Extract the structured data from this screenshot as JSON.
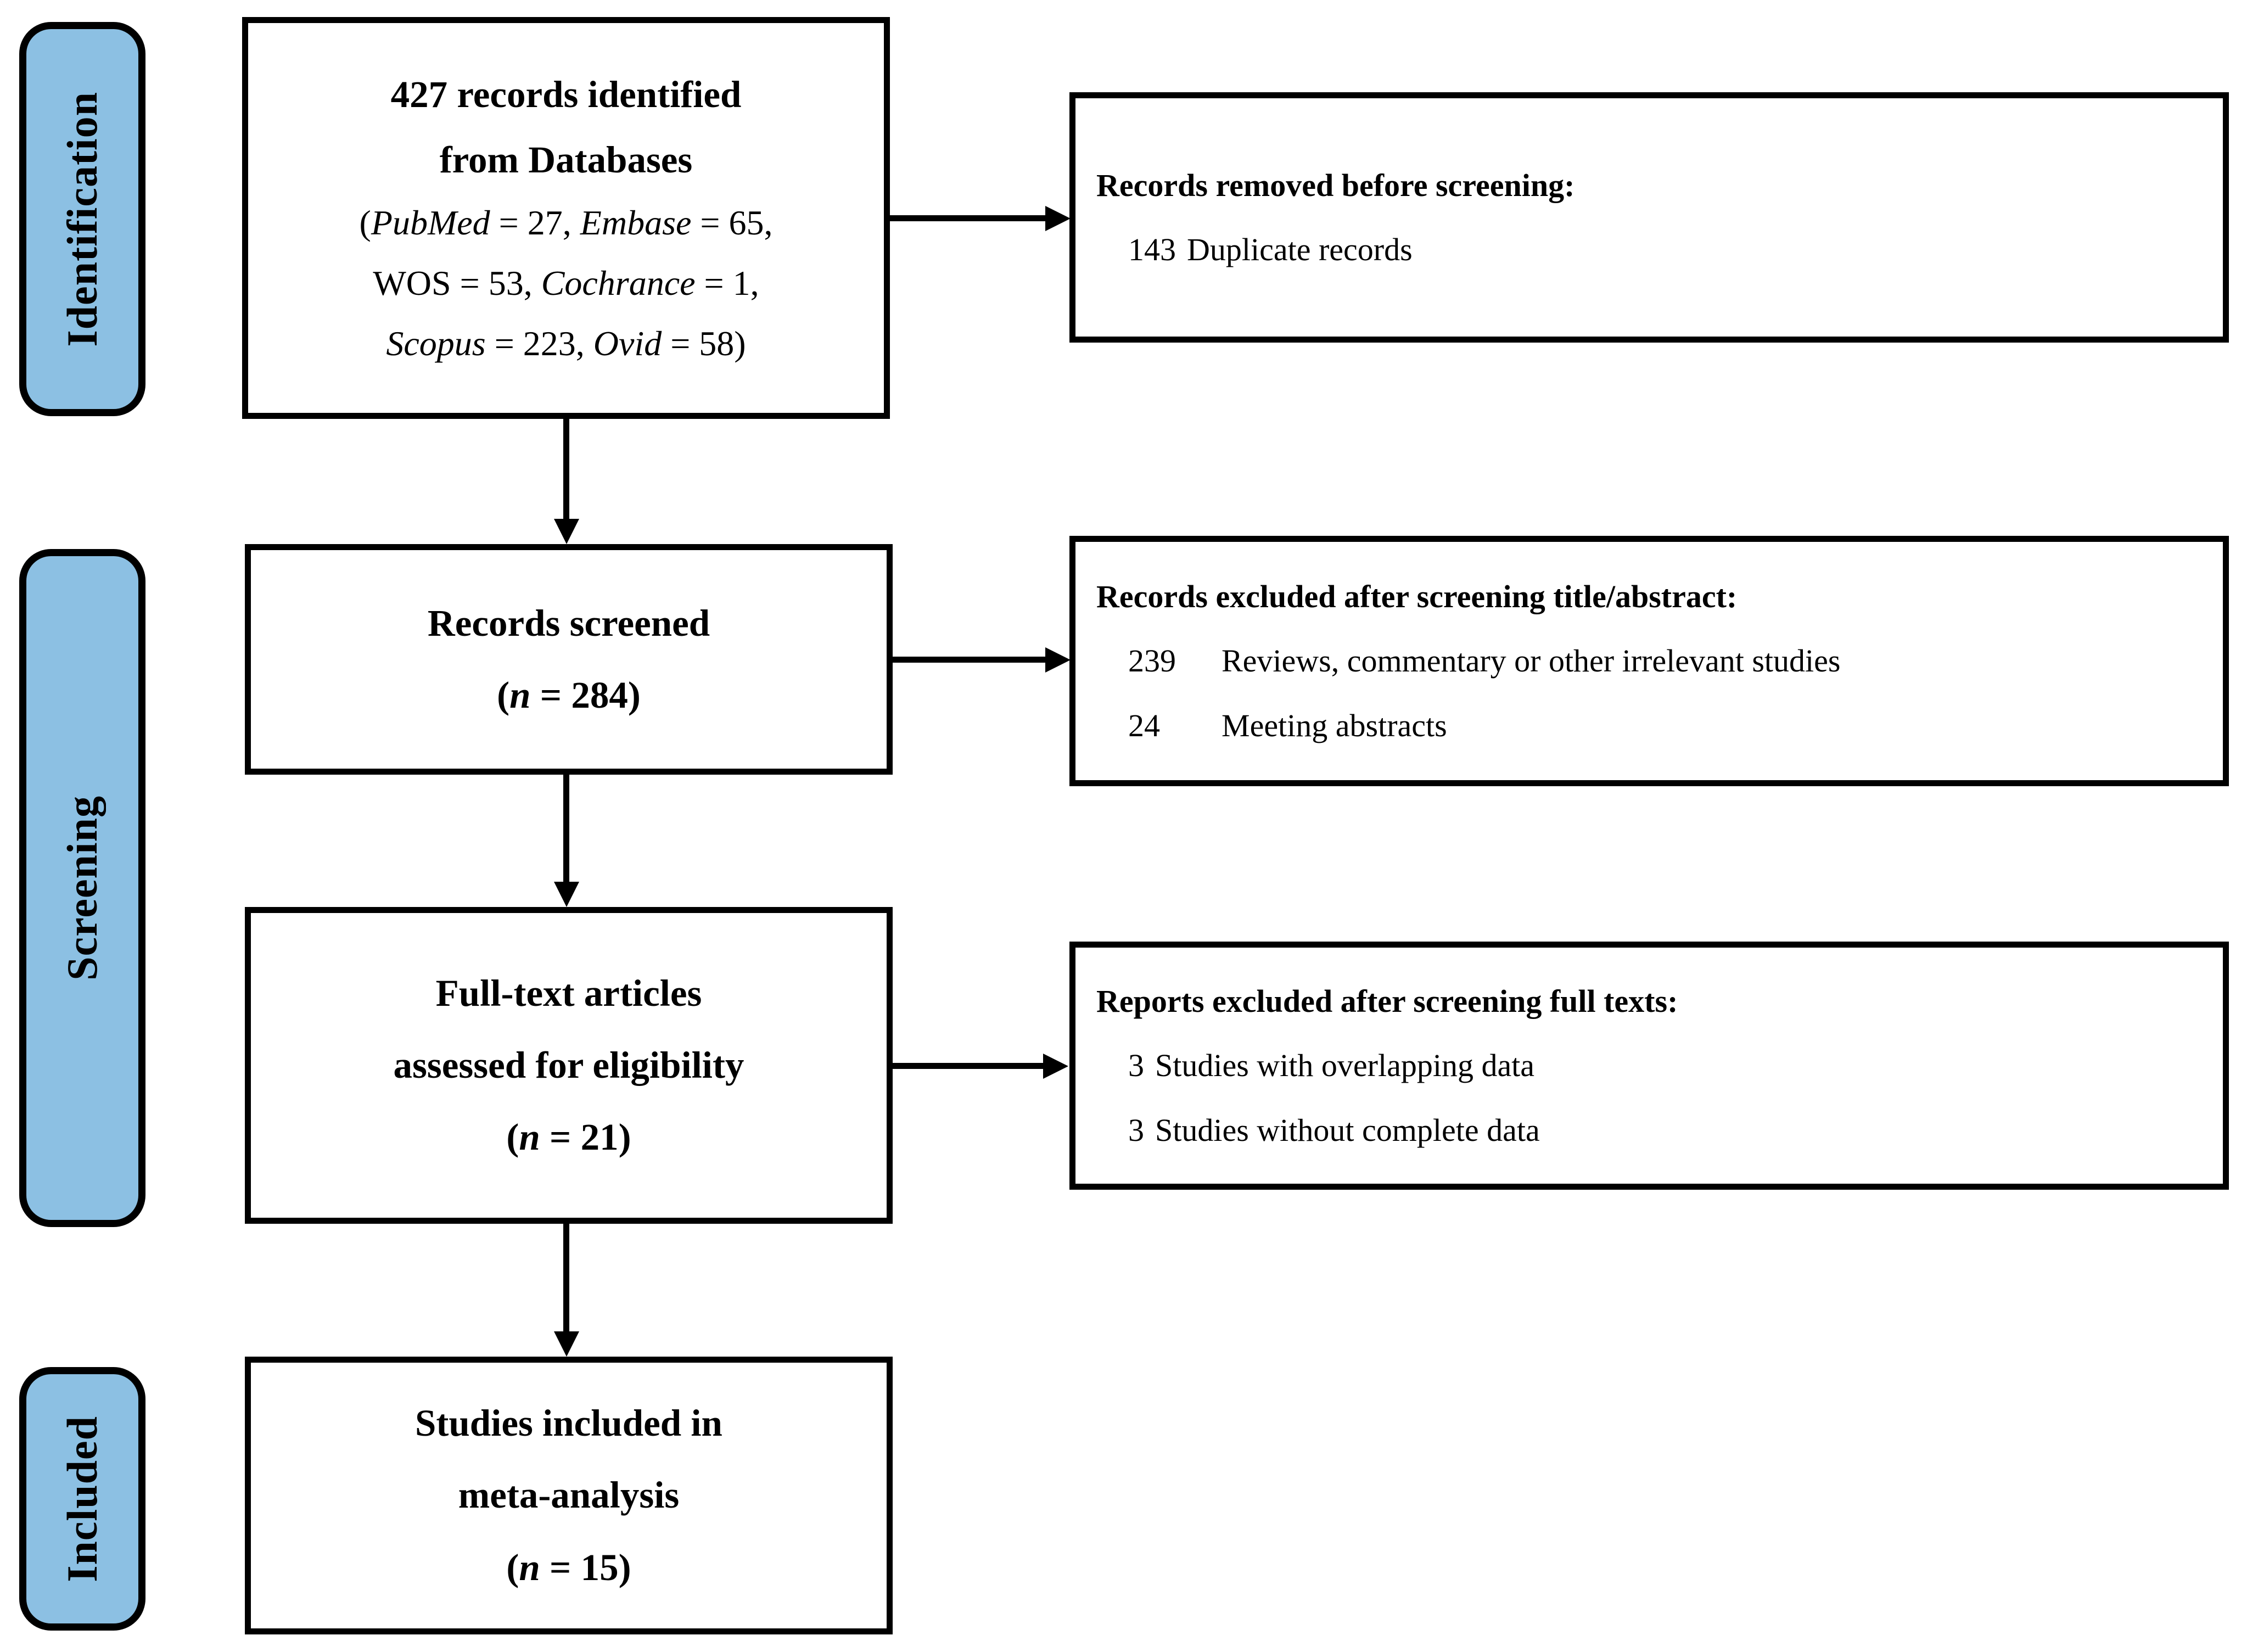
{
  "colors": {
    "label_fill": "#8CC0E3",
    "stroke": "#000000",
    "text": "#000000",
    "background": "#FFFFFF"
  },
  "side_labels": [
    {
      "label": "Identification"
    },
    {
      "label": "Screening"
    },
    {
      "label": "Included"
    }
  ],
  "flow_boxes": {
    "identified": {
      "line1": "427 records identified",
      "line2": "from Databases",
      "detail1": [
        "(",
        "PubMed",
        " = 27, ",
        "Embase",
        " = 65,"
      ],
      "detail2": [
        "WOS = 53, ",
        "Cochrance",
        " = 1,"
      ],
      "detail3": [
        "Scopus",
        " = 223, ",
        "Ovid",
        " = 58)"
      ]
    },
    "screened": {
      "line1": "Records screened",
      "n_line": [
        "(",
        "n",
        " = 284)"
      ]
    },
    "fulltext": {
      "line1": "Full-text articles",
      "line2": "assessed for eligibility",
      "n_line": [
        "(",
        "n",
        " = 21)"
      ]
    },
    "included": {
      "line1": "Studies included in",
      "line2": "meta-analysis",
      "n_line": [
        "(",
        "n",
        " = 15)"
      ]
    }
  },
  "exclusion_boxes": [
    {
      "heading": "Records removed before screening:",
      "items": [
        {
          "count": "143",
          "text": "Duplicate records"
        }
      ]
    },
    {
      "heading": "Records excluded after screening title/abstract:",
      "items": [
        {
          "count": "239",
          "text": "Reviews, commentary or other irrelevant studies"
        },
        {
          "count": "24",
          "text": "Meeting abstracts"
        }
      ]
    },
    {
      "heading": "Reports excluded after screening full texts:",
      "items": [
        {
          "count": "3",
          "text": "Studies with overlapping data"
        },
        {
          "count": "3",
          "text": "Studies without complete data"
        }
      ]
    }
  ]
}
